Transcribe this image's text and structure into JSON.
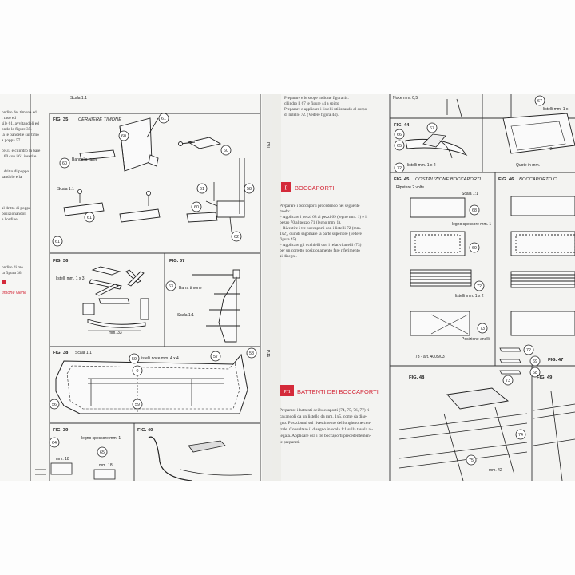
{
  "left_page": {
    "margin_text": [
      "ondito del timone ed",
      "l raso ed",
      "sile 61, avvitandoli ed",
      "ondo le figure 35.",
      "la le bandelle sul timo",
      "a poppa 57.",
      "ce 37 e cilindro la bare",
      "i 60 con i 61 inserite",
      "",
      "l dritto di poppa",
      "sandolo e la",
      "",
      "al dritto di poppa",
      "posizionandoli",
      "e l'ordine",
      "",
      "ondito di me",
      "la figura 36."
    ],
    "margin_red_text": "timone viene",
    "fig35": {
      "label": "FIG. 35",
      "title": "CERNIERE TIMONE",
      "bandella": "Bandella rame",
      "scale": "Scala 1:1",
      "scale_top": "Scala 1:1"
    },
    "fig36": {
      "label": "FIG. 36",
      "listelli": "listelli mm. 1 x 3",
      "dim": "mm. 33"
    },
    "fig37": {
      "label": "FIG. 37",
      "barra": "Barra timone",
      "scale": "Scala 1:1"
    },
    "fig38": {
      "label": "FIG. 38",
      "scale": "Scala 1:1",
      "listelli": "listelli noce mm. 4 x 4"
    },
    "fig39": {
      "label": "FIG. 39",
      "legno": "legno spessore mm. 1",
      "dim1": "mm. 18",
      "dim2": "mm. 18"
    },
    "fig40": {
      "label": "FIG. 40"
    },
    "callouts": [
      "61",
      "60",
      "60",
      "61",
      "58",
      "60",
      "62",
      "61",
      "63",
      "59",
      "57",
      "58",
      "0",
      "56",
      "59",
      "64",
      "65"
    ]
  },
  "center": {
    "top_text": [
      "Preparare e le scope indicate figura 44.",
      "cilindro il 67 le figure 44 a spitto",
      "Preparare e applicare i listelli utilizzando al corpo",
      "di listello 72. (Vedere figura 44)."
    ],
    "section_p": {
      "badge": "P",
      "heading": "BOCCAPORTI",
      "body": [
        "Preparare i boccaporti procedendo nel seguente",
        "modo:",
        "– Applicare i pezzi 68 ai pezzi 69 (legno mm. 1) e il",
        "  pezzo 70 al pezzo 71 (legno mm. 1).",
        "– Rivestire i tre boccaporti con i listelli 72 (mm.",
        "  1x2), quindi sagomare la parte superiore (vedere",
        "  figura 45).",
        "– Applicare gli occhielli con i relativi anelli (73)",
        "  per un corretto posizionamento fare riferimento",
        "  ai disegni."
      ]
    },
    "section_p1": {
      "badge": "P/1",
      "heading": "BATTENTI DEI BOCCAPORTI",
      "body": [
        "Preparare i battenti dei boccaporti (74, 75, 76, 77) ri-",
        "cavandoli da un listello da mm. 1x5, come da dise-",
        "gno. Posizionati sul rivestimento del longherone cen-",
        "trale. Consultare il disegno in scala 1:1 sulla tavola al-",
        "legata. Applicare ora i tre boccaporti precedentemen-",
        "te preparati."
      ]
    },
    "side_marks": [
      "P.II",
      "P.11"
    ]
  },
  "right_page": {
    "fig44": {
      "label": "FIG. 44",
      "listelli": "listelli mm. 1 x 2",
      "top": "Noce mm. 0,5"
    },
    "fig_top_right": {
      "listelli": "listelli mm. 1 x",
      "quote": "Quote in mm.",
      "dim": "42"
    },
    "fig45": {
      "label": "FIG. 45",
      "title": "COSTRUZIONE BOCCAPORTI",
      "ripetere": "Ripetere 2 volte",
      "scale": "Scala 1:1",
      "legno": "legno spessore mm. 1",
      "listelli": "listelli mm. 1 x 2",
      "posizione": "Posizione anelli",
      "art": "73 - art. 4005/03"
    },
    "fig46": {
      "label": "FIG. 46",
      "title": "BOCCAPORTO C"
    },
    "fig47": {
      "label": "FIG. 47"
    },
    "fig48": {
      "label": "FIG. 48",
      "dim": "mm. 42"
    },
    "fig49": {
      "label": "FIG. 49"
    },
    "callouts": [
      "67",
      "66",
      "65",
      "72",
      "68",
      "69",
      "72",
      "73",
      "72",
      "69",
      "68",
      "73",
      "74",
      "75"
    ]
  }
}
